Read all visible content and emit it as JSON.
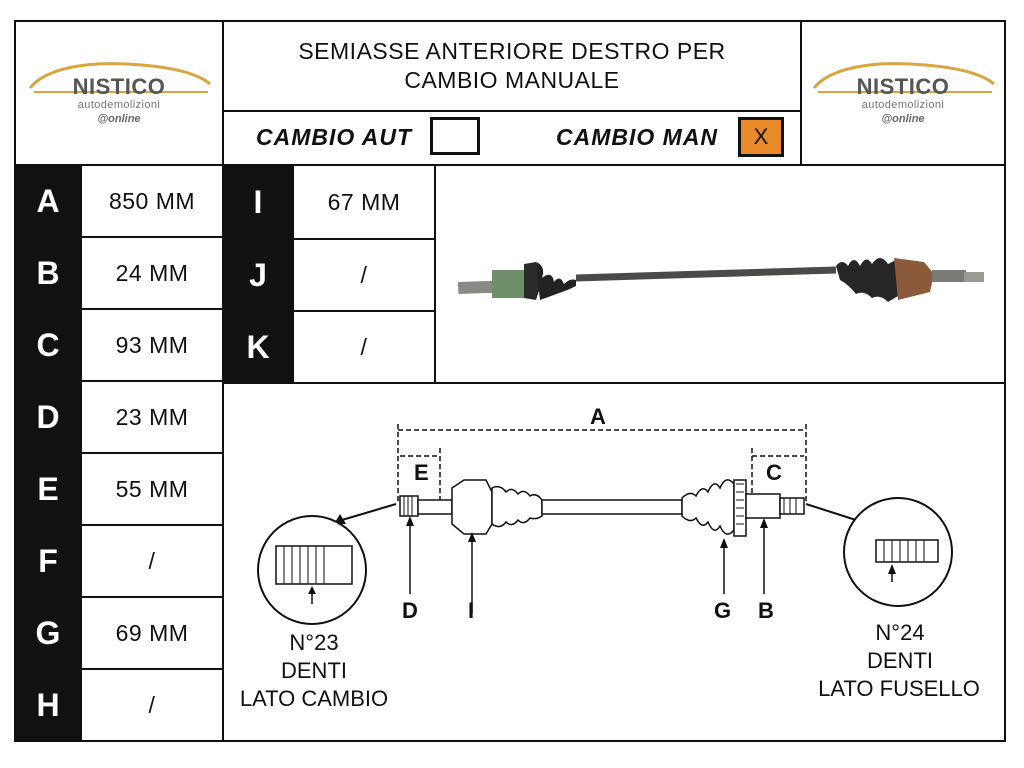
{
  "header": {
    "title_line1": "SEMIASSE ANTERIORE DESTRO PER",
    "title_line2": "CAMBIO MANUALE",
    "cambio_aut_label": "CAMBIO AUT",
    "cambio_aut_mark": "",
    "cambio_man_label": "CAMBIO MAN",
    "cambio_man_mark": "X"
  },
  "logo": {
    "name": "NISTICO",
    "subtitle": "autodemolizioni",
    "online": "@online"
  },
  "measurements": [
    {
      "letter": "A",
      "value": "850 MM"
    },
    {
      "letter": "B",
      "value": "24 MM"
    },
    {
      "letter": "C",
      "value": "93 MM"
    },
    {
      "letter": "D",
      "value": "23 MM"
    },
    {
      "letter": "E",
      "value": "55 MM"
    },
    {
      "letter": "F",
      "value": "/"
    },
    {
      "letter": "G",
      "value": "69 MM"
    },
    {
      "letter": "H",
      "value": "/"
    },
    {
      "letter": "I",
      "value": "67 MM"
    },
    {
      "letter": "J",
      "value": "/"
    },
    {
      "letter": "K",
      "value": "/"
    }
  ],
  "diagram": {
    "label_A": "A",
    "label_B": "B",
    "label_C": "C",
    "label_D": "D",
    "label_E": "E",
    "label_G": "G",
    "label_I": "I",
    "left_teeth": "N°23",
    "left_denti": "DENTI",
    "left_side": "LATO CAMBIO",
    "right_teeth": "N°24",
    "right_denti": "DENTI",
    "right_side": "LATO FUSELLO"
  },
  "colors": {
    "man_checkbox_fill": "#e8892a",
    "letter_bg": "#111111",
    "logo_gold": "#d9a53f"
  }
}
